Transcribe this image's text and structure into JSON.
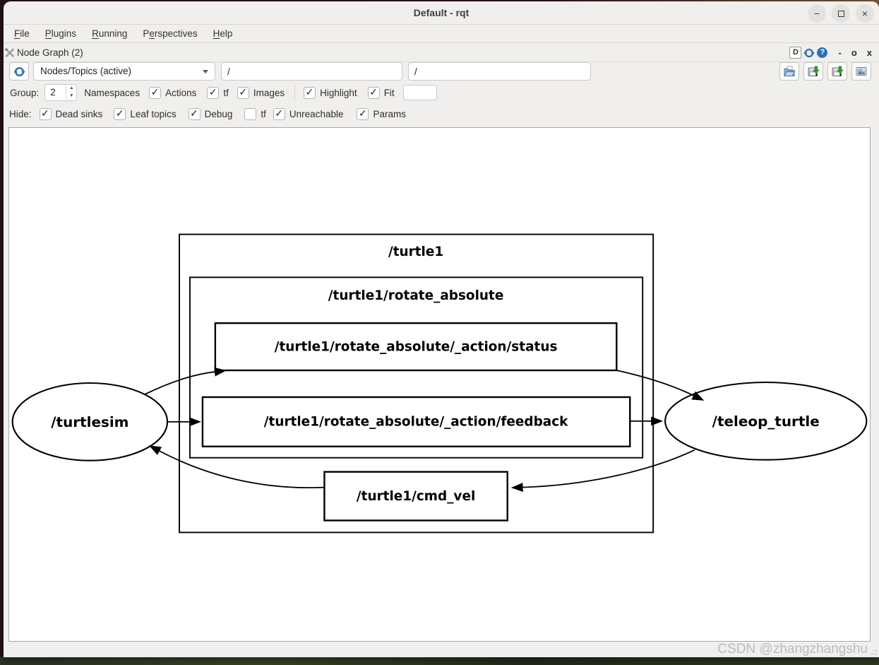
{
  "window": {
    "title": "Default - rqt",
    "minimize_glyph": "−",
    "close_glyph": "×"
  },
  "menu": {
    "items": [
      {
        "pre": "",
        "u": "F",
        "post": "ile"
      },
      {
        "pre": "",
        "u": "P",
        "post": "lugins"
      },
      {
        "pre": "",
        "u": "R",
        "post": "unning"
      },
      {
        "pre": "P",
        "u": "e",
        "post": "rspectives"
      },
      {
        "pre": "",
        "u": "H",
        "post": "elp"
      }
    ]
  },
  "dock": {
    "title": "Node Graph (2)",
    "detach_label": "D",
    "help_glyph": "?",
    "minimize_glyph": "-",
    "float_glyph": "o",
    "close_glyph": "x"
  },
  "toolbar": {
    "graph_type_value": "Nodes/Topics (active)",
    "node_filter_value": "/",
    "topic_filter_value": "/",
    "icons": [
      "refresh-icon",
      "load-dot-icon",
      "save-dot-icon",
      "save-svg-icon",
      "save-image-icon"
    ]
  },
  "group_filters": {
    "group_label": "Group:",
    "group_value": "2",
    "namespaces_label": "Namespaces",
    "extra_value": "",
    "items": [
      {
        "label": "Actions",
        "checked": true
      },
      {
        "label": "tf",
        "checked": true
      },
      {
        "label": "Images",
        "checked": true
      },
      {
        "label": "Highlight",
        "checked": true
      },
      {
        "label": "Fit",
        "checked": true
      }
    ]
  },
  "hide_filters": {
    "label": "Hide:",
    "items": [
      {
        "label": "Dead sinks",
        "checked": true
      },
      {
        "label": "Leaf topics",
        "checked": true
      },
      {
        "label": "Debug",
        "checked": true
      },
      {
        "label": "tf",
        "checked": false
      },
      {
        "label": "Unreachable",
        "checked": true
      },
      {
        "label": "Params",
        "checked": true
      }
    ]
  },
  "graph": {
    "clusters": [
      {
        "label": "/turtle1"
      },
      {
        "label": "/turtle1/rotate_absolute"
      }
    ],
    "nodes": [
      {
        "label": "/turtlesim",
        "shape": "ellipse"
      },
      {
        "label": "/teleop_turtle",
        "shape": "ellipse"
      },
      {
        "label": "/turtle1/rotate_absolute/_action/status",
        "shape": "box"
      },
      {
        "label": "/turtle1/rotate_absolute/_action/feedback",
        "shape": "box"
      },
      {
        "label": "/turtle1/cmd_vel",
        "shape": "box"
      }
    ],
    "edges": [
      {
        "from": "/turtlesim",
        "to": "/turtle1/rotate_absolute/_action/status"
      },
      {
        "from": "/turtlesim",
        "to": "/turtle1/rotate_absolute/_action/feedback"
      },
      {
        "from": "/turtle1/rotate_absolute/_action/status",
        "to": "/teleop_turtle"
      },
      {
        "from": "/turtle1/rotate_absolute/_action/feedback",
        "to": "/teleop_turtle"
      },
      {
        "from": "/teleop_turtle",
        "to": "/turtle1/cmd_vel"
      },
      {
        "from": "/turtle1/cmd_vel",
        "to": "/turtlesim"
      }
    ]
  },
  "statusbar": {
    "watermark": "CSDN @zhangzhangshu"
  },
  "colors": {
    "accent_blue": "#2e6db8",
    "save_green": "#2f9e2f",
    "graph_ink": "#000000",
    "window_bg": "#f0efed"
  }
}
